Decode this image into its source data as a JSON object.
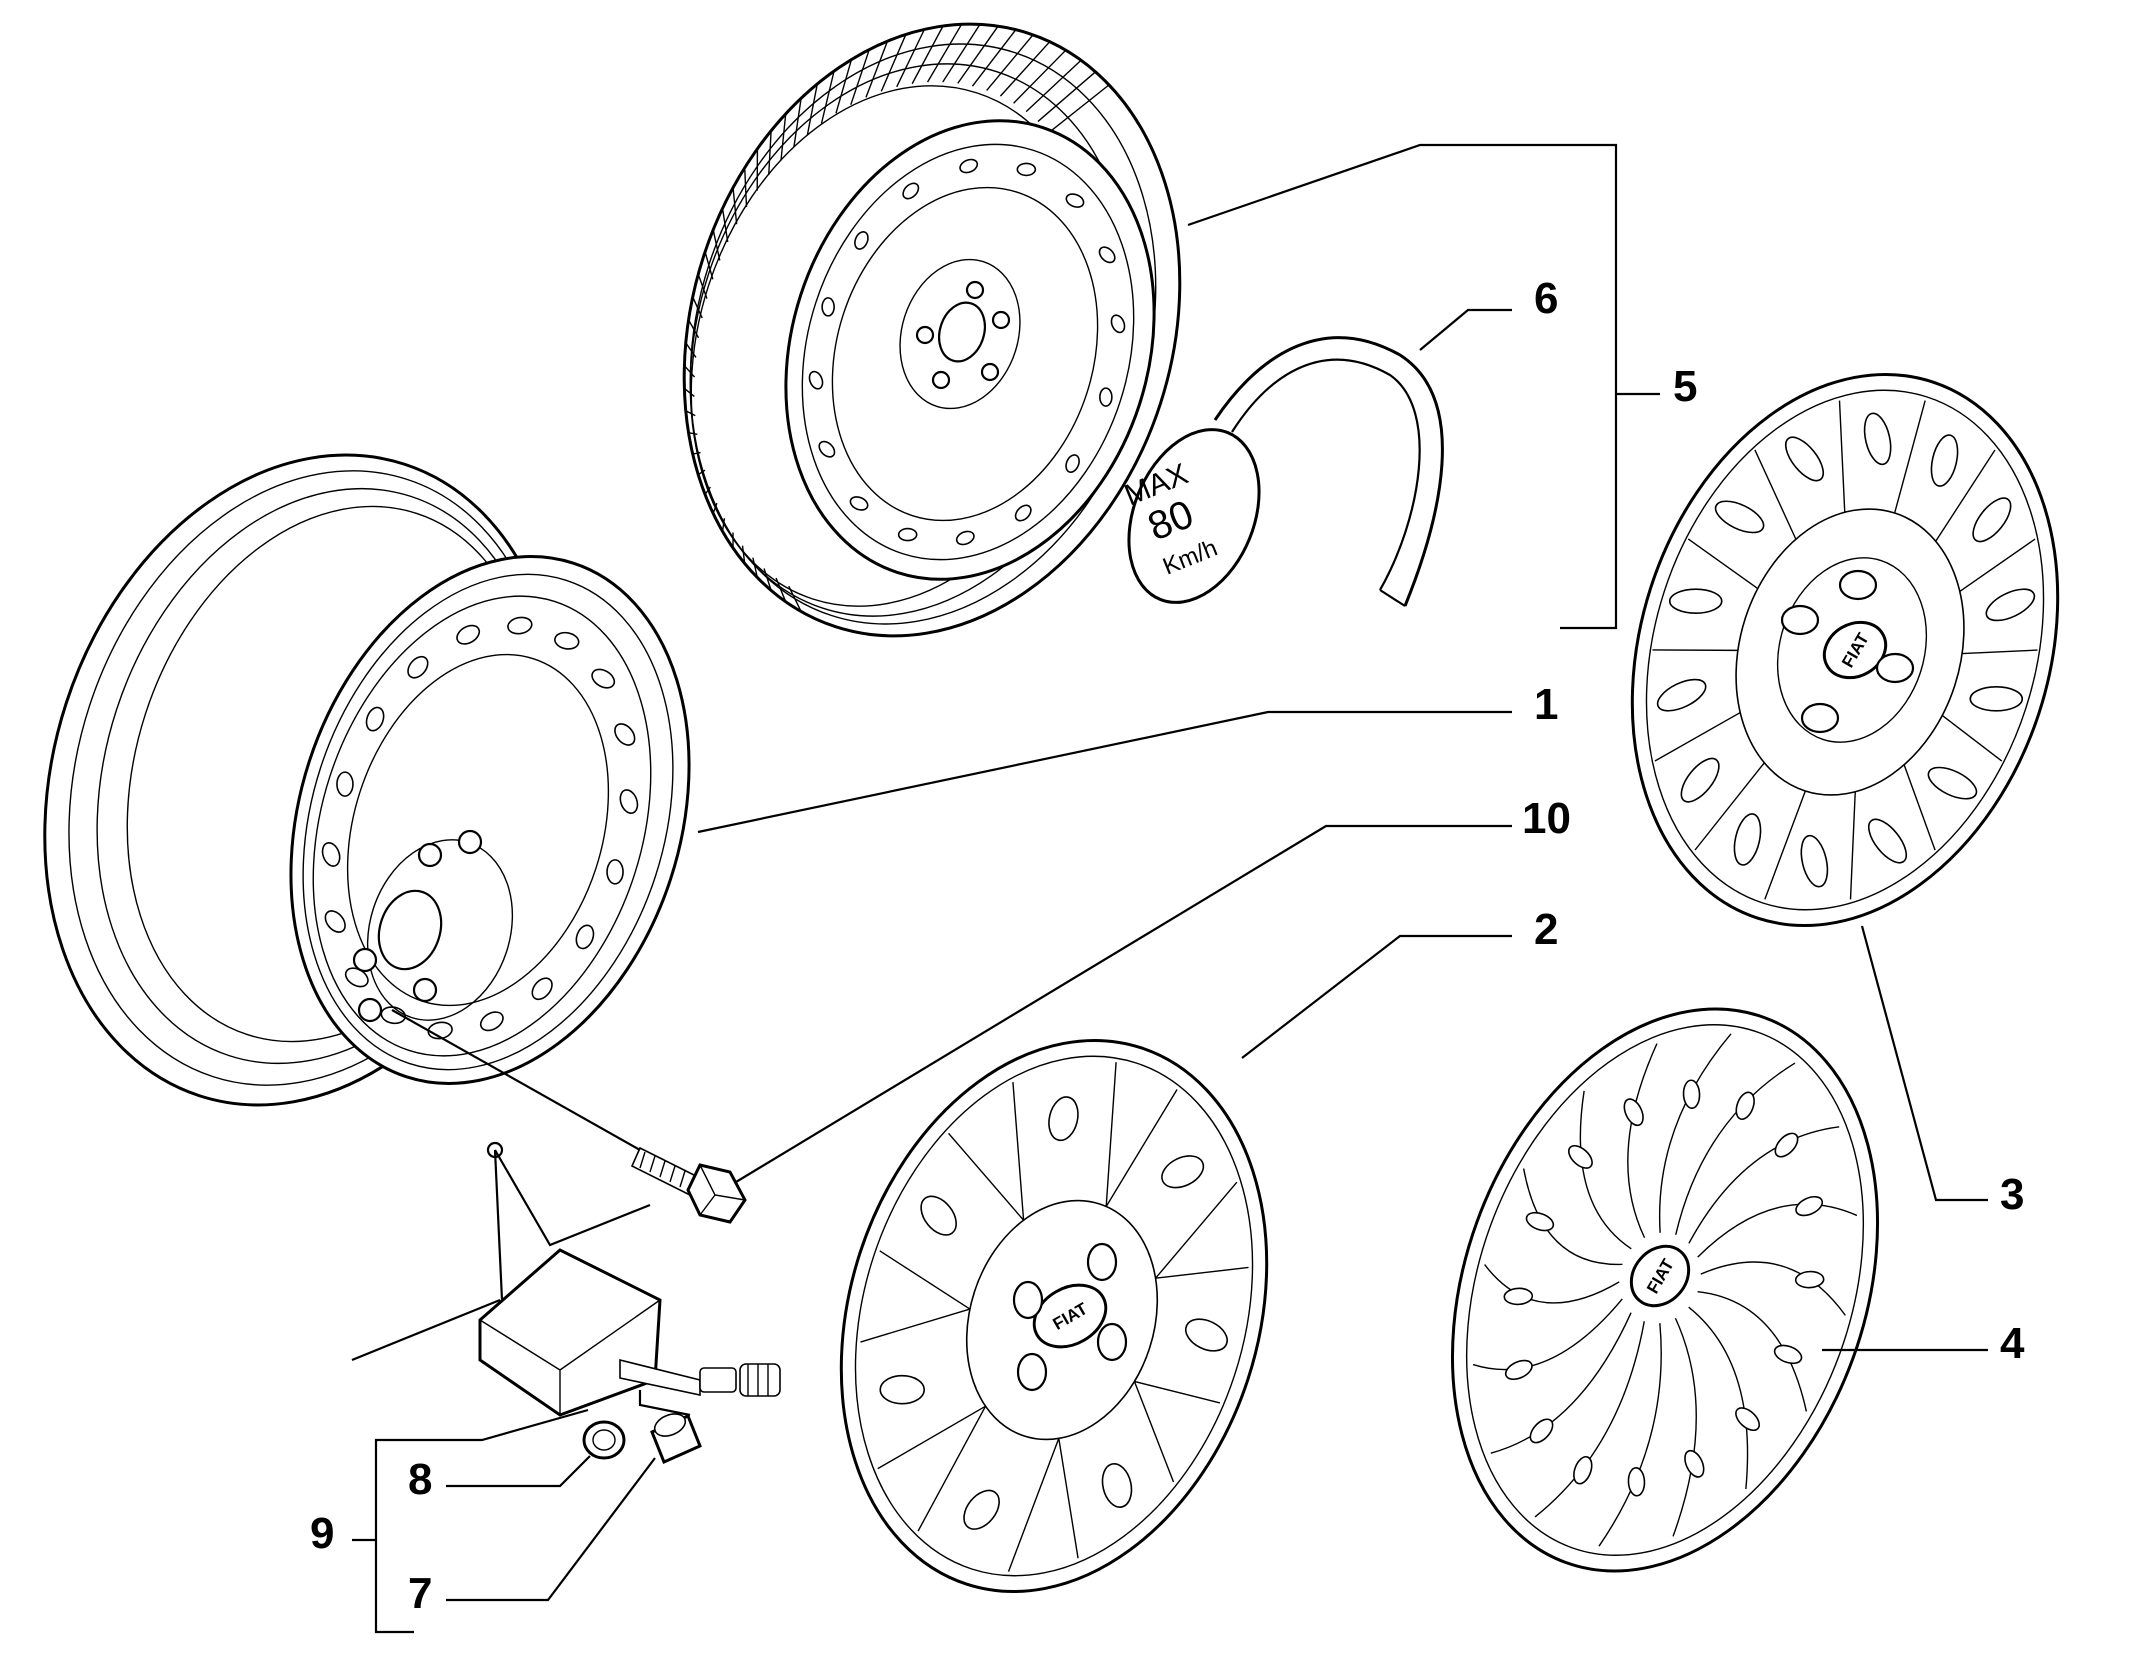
{
  "callouts": {
    "c1": "1",
    "c2": "2",
    "c3": "3",
    "c4": "4",
    "c5": "5",
    "c6": "6",
    "c7": "7",
    "c8": "8",
    "c9": "9",
    "c10": "10"
  },
  "speed_tag": {
    "line1": "MAX",
    "line2": "80",
    "line3": "Km/h"
  },
  "hubcap_logo": "FIAT"
}
